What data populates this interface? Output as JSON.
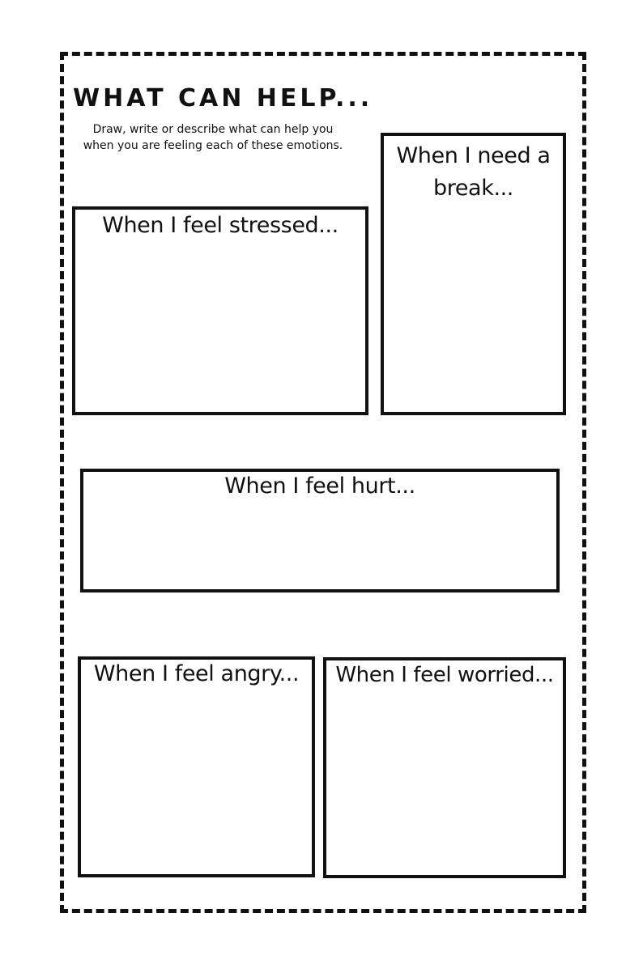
{
  "worksheet": {
    "title": "WHAT CAN HELP...",
    "instructions": {
      "line1": "Draw, write or describe what can help you",
      "line2": "when you are feeling each of these emotions."
    },
    "boxes": {
      "stressed": "When I feel stressed...",
      "break": "When I need a break...",
      "hurt": "When I feel hurt...",
      "angry": "When I feel angry...",
      "worried": "When I feel worried..."
    }
  }
}
